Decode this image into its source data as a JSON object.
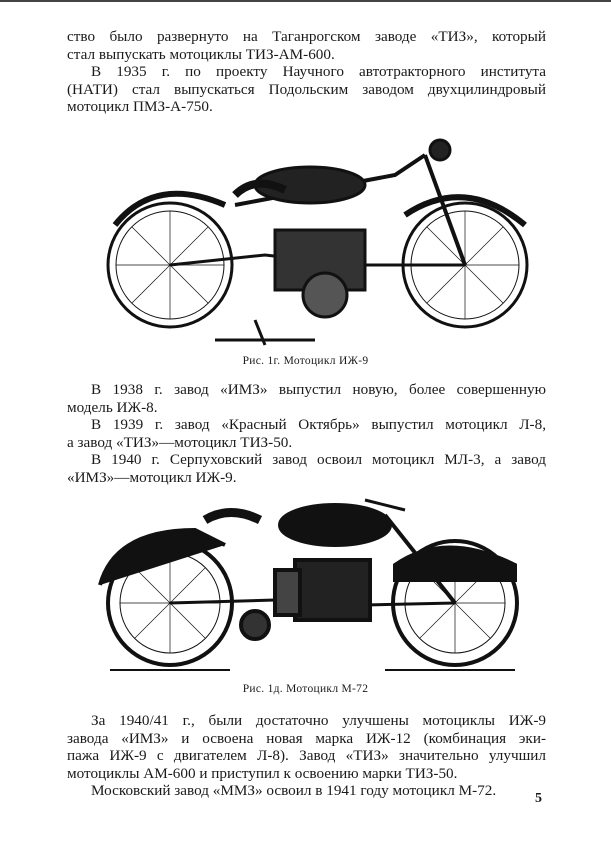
{
  "page_number": "5",
  "block1": [
    [
      "ство было развернуто на Таганрогском заводе «ТИЗ», который",
      "стал выпускать мотоциклы ТИЗ-АМ-600."
    ],
    [
      "В 1935 г. по проекту Научного автотракторного института",
      "(НАТИ) стал выпускаться Подольским заводом двухцилиндровый",
      "мотоцикл ПМЗ-А-750."
    ]
  ],
  "figure1": {
    "caption": "Рис. 1г. Мотоцикл ИЖ-9"
  },
  "block2": [
    [
      "В 1938 г. завод «ИМЗ» выпустил новую, более совершенную",
      "модель ИЖ-8."
    ],
    [
      "В 1939 г. завод «Красный Октябрь» выпустил мотоцикл Л-8,",
      "а завод «ТИЗ»—мотоцикл ТИЗ-50."
    ],
    [
      "В 1940 г. Серпуховский завод освоил мотоцикл МЛ-3, а завод",
      "«ИМЗ»—мотоцикл ИЖ-9."
    ]
  ],
  "figure2": {
    "caption": "Рис. 1д. Мотоцикл М-72"
  },
  "block3": [
    [
      "За 1940/41 г., были достаточно улучшены мотоциклы ИЖ-9",
      "завода «ИМЗ» и освоена новая марка ИЖ-12 (комбинация эки-",
      "пажа ИЖ-9 с двигателем Л-8). Завод «ТИЗ» значительно улучшил",
      "мотоциклы АМ-600 и приступил к освоению марки ТИЗ-50."
    ],
    [
      "Московский завод «ММЗ» освоил в 1941 году мотоцикл М-72."
    ]
  ]
}
